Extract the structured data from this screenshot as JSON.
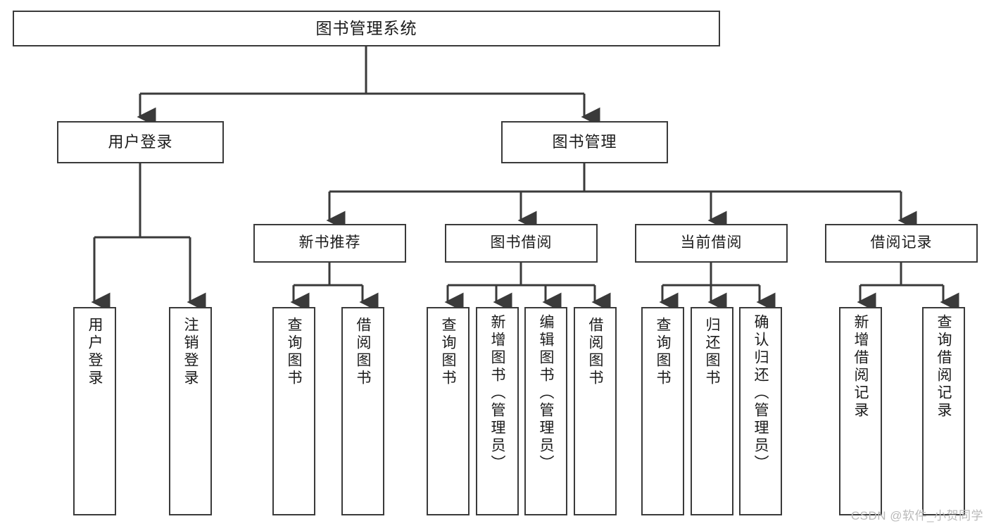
{
  "diagram": {
    "title": "图书管理系统",
    "type": "tree-hierarchy-chart",
    "root": {
      "id": "root",
      "label": "图书管理系统"
    },
    "level2": [
      {
        "id": "user-login",
        "label": "用户登录"
      },
      {
        "id": "book-manage",
        "label": "图书管理"
      }
    ],
    "level3": [
      {
        "id": "new-book-recommend",
        "label": "新书推荐",
        "parent": "book-manage"
      },
      {
        "id": "book-borrow",
        "label": "图书借阅",
        "parent": "book-manage"
      },
      {
        "id": "current-borrow",
        "label": "当前借阅",
        "parent": "book-manage"
      },
      {
        "id": "borrow-record",
        "label": "借阅记录",
        "parent": "book-manage"
      }
    ],
    "leaves": [
      {
        "id": "leaf-user-login",
        "label": "用户登录",
        "parent": "user-login"
      },
      {
        "id": "leaf-user-logout",
        "label": "注销登录",
        "parent": "user-login"
      },
      {
        "id": "leaf-query-book-1",
        "label": "查询图书",
        "parent": "new-book-recommend"
      },
      {
        "id": "leaf-borrow-book-1",
        "label": "借阅图书",
        "parent": "new-book-recommend"
      },
      {
        "id": "leaf-query-book-2",
        "label": "查询图书",
        "parent": "book-borrow"
      },
      {
        "id": "leaf-add-book",
        "label": "新增图书（管理员）",
        "parent": "book-borrow"
      },
      {
        "id": "leaf-edit-book",
        "label": "编辑图书（管理员）",
        "parent": "book-borrow"
      },
      {
        "id": "leaf-borrow-book-2",
        "label": "借阅图书",
        "parent": "book-borrow"
      },
      {
        "id": "leaf-query-book-3",
        "label": "查询图书",
        "parent": "current-borrow"
      },
      {
        "id": "leaf-return-book",
        "label": "归还图书",
        "parent": "current-borrow"
      },
      {
        "id": "leaf-confirm-return",
        "label": "确认归还（管理员）",
        "parent": "current-borrow"
      },
      {
        "id": "leaf-add-record",
        "label": "新增借阅记录",
        "parent": "borrow-record"
      },
      {
        "id": "leaf-query-record",
        "label": "查询借阅记录",
        "parent": "borrow-record"
      }
    ],
    "watermark": "CSDN @软件_小贺同学",
    "colors": {
      "stroke": "#3a3a3a",
      "fill": "#ffffff",
      "text": "#1b1b1b",
      "watermark": "#b9b9b9"
    }
  }
}
